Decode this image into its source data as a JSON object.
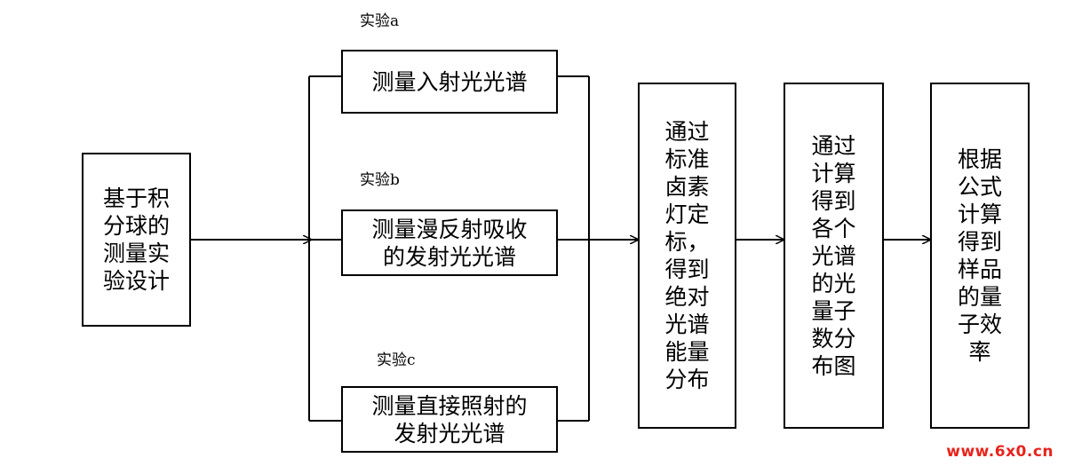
{
  "start": {
    "text": "基于积\n分球的\n测量实\n验设计"
  },
  "experiments": [
    {
      "label": "实验a",
      "text": "测量入射光光谱"
    },
    {
      "label": "实验b",
      "text": "测量漫反射吸收\n的发射光光谱"
    },
    {
      "label": "实验c",
      "text": "测量直接照射的\n发射光光谱"
    }
  ],
  "steps": [
    {
      "text": "通过\n标准\n卤素\n灯定\n标，\n得到\n绝对\n光谱\n能量\n分布"
    },
    {
      "text": "通过\n计算\n得到\n各个\n光谱\n的光\n量子\n数分\n布图"
    },
    {
      "text": "根据\n公式\n计算\n得到\n样品\n的量\n子效\n率"
    }
  ],
  "watermark": "www.6x0.cn"
}
